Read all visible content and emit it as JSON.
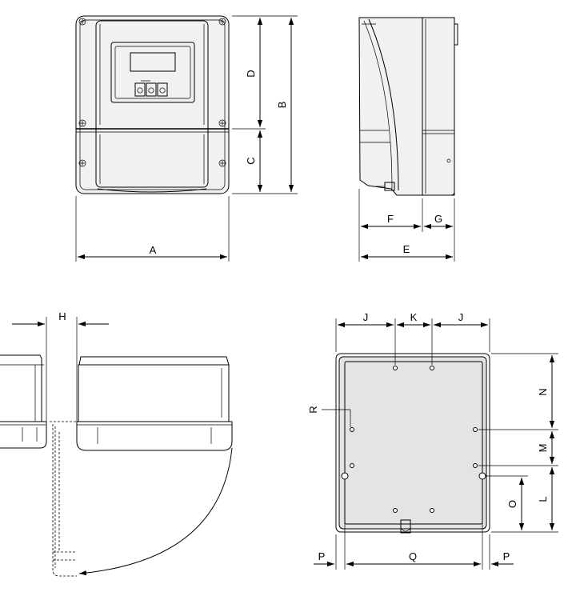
{
  "diagram": {
    "views": [
      "front-view",
      "side-view",
      "top-view",
      "rear-view"
    ],
    "dimension_labels": {
      "A": "A",
      "B": "B",
      "C": "C",
      "D": "D",
      "E": "E",
      "F": "F",
      "G": "G",
      "H": "H",
      "J1": "J",
      "K": "K",
      "J2": "J",
      "N": "N",
      "M": "M",
      "L": "L",
      "O": "O",
      "R": "R",
      "P1": "P",
      "Q": "Q",
      "P2": "P"
    }
  }
}
